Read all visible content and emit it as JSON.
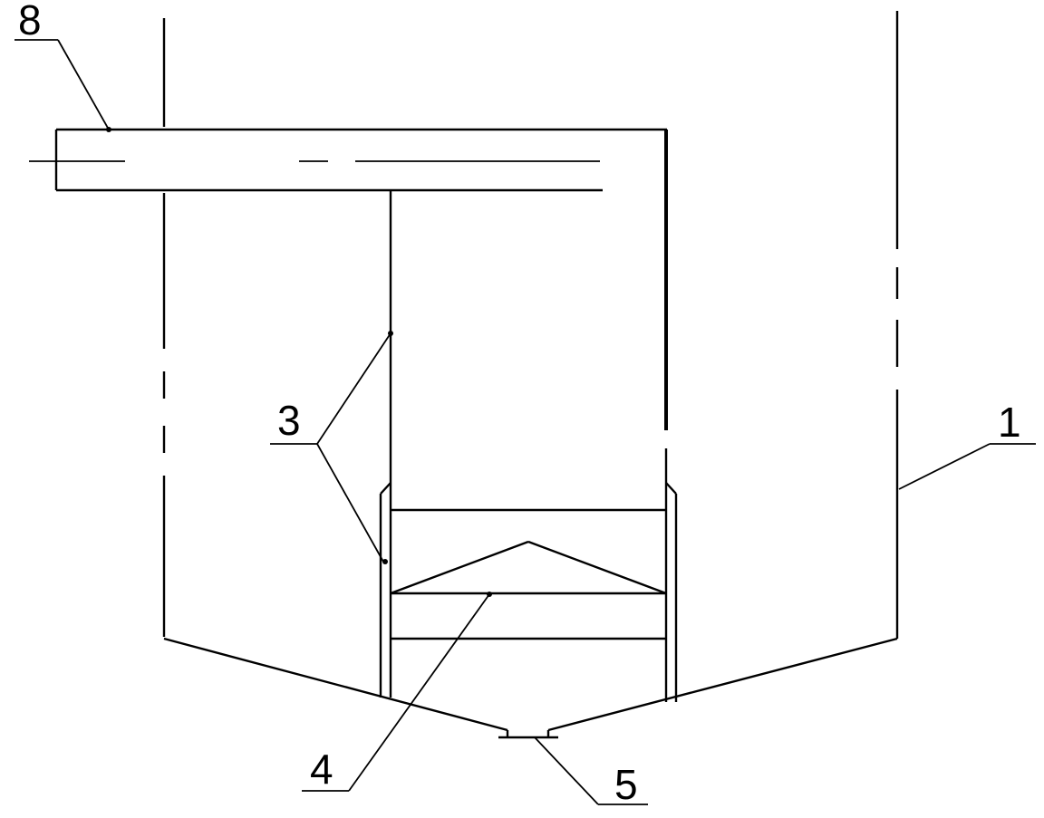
{
  "diagram": {
    "callouts": [
      {
        "id": "1",
        "text": "1"
      },
      {
        "id": "3",
        "text": "3"
      },
      {
        "id": "4",
        "text": "4"
      },
      {
        "id": "5",
        "text": "5"
      },
      {
        "id": "8",
        "text": "8"
      }
    ],
    "colors": {
      "line": "#000000",
      "background": "#ffffff"
    }
  }
}
